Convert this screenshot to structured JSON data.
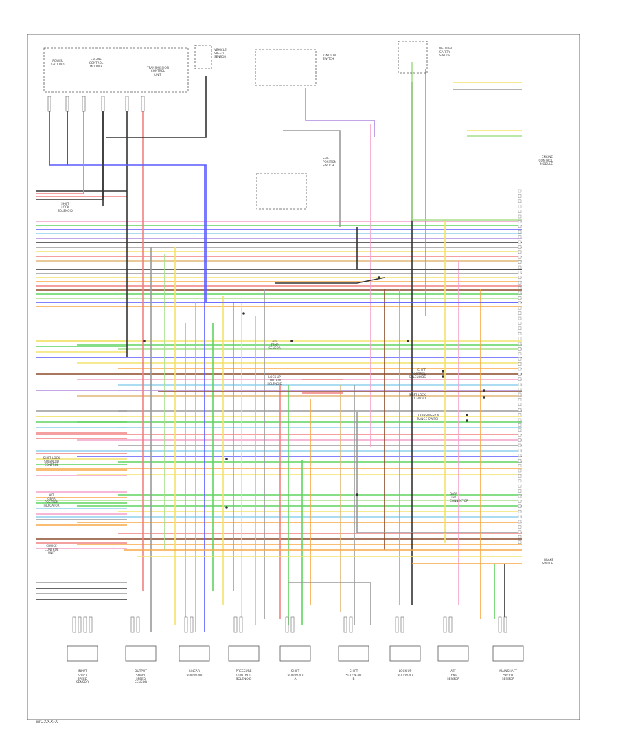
{
  "diagram": {
    "footer_code": "W0XXX-X",
    "components": {
      "left_top_a": "POWER\nGROUND",
      "left_top_b": "ENGINE\nCONTROL\nMODULE",
      "left_top_c": "TRANSMISSION\nCONTROL\nUNIT",
      "top_sensor": "VEHICLE\nSPEED\nSENSOR",
      "ignition": "IGNITION\nSWITCH",
      "top_right": "NEUTRAL\nSAFETY\nSWITCH",
      "shift_switch": "SHIFT\nPOSITION\nSWITCH",
      "right_module": "ENGINE\nCONTROL\nMODULE",
      "left_mid": "SHIFT\nLOCK\nSOLENOID",
      "left_lower_a": "SHIFT LOCK\nSOLENOID\nCONTROL",
      "left_lower_b": "A/T\nGEAR\nPOSITION\nINDICATOR",
      "left_lower_c": "CRUISE\nCONTROL\nUNIT",
      "mid_sensor": "ATF\nTEMP\nSENSOR",
      "mid_solenoid": "LOCK-UP\nCONTROL\nSOLENOID",
      "right_mid_a": "SHIFT\nCONTROL\nSOLENOIDS",
      "right_mid_b": "SHIFT LOCK\nSOLENOID",
      "right_mid_c": "TRANSMISSION\nRANGE SWITCH",
      "right_mid_d": "DATA\nLINK\nCONNECTOR",
      "right_lower": "BRAKE\nSWITCH"
    },
    "bottom_components": [
      "INPUT\nSHAFT\nSPEED\nSENSOR",
      "OUTPUT\nSHAFT\nSPEED\nSENSOR",
      "LINEAR\nSOLENOID",
      "PRESSURE\nCONTROL\nSOLENOID",
      "SHIFT\nSOLENOID\nA",
      "SHIFT\nSOLENOID\nB",
      "LOCK-UP\nSOLENOID",
      "ATF\nTEMP\nSENSOR",
      "MAINSHAFT\nSPEED\nSENSOR"
    ],
    "wire_colors": {
      "red": "#f08080",
      "blue": "#5a5aff",
      "green": "#5fd35f",
      "yellow": "#f2e36c",
      "orange": "#f7a945",
      "pink": "#f4a0c8",
      "brown": "#8b4a2b",
      "gray": "#9a9a9a",
      "black": "#333333",
      "lightblue": "#8fd0ee",
      "violet": "#b088e0",
      "lightgreen": "#a6e08a",
      "tan": "#e0b878"
    }
  }
}
